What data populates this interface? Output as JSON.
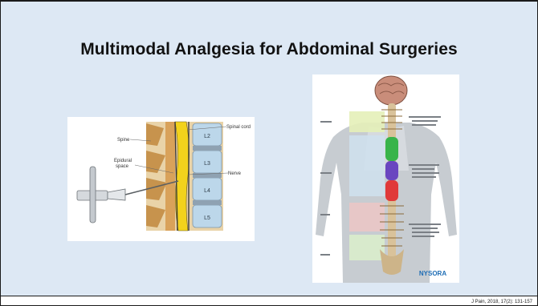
{
  "slide": {
    "title": "Multimodal Analgesia for Abdominal Surgeries",
    "citation": "J Pain, 2018, 17(2): 131-157"
  },
  "epidural_figure": {
    "label_spine": "Spine",
    "label_epidural_space_line1": "Epidural",
    "label_epidural_space_line2": "space",
    "label_spinal_cord": "Spinal cord",
    "label_nerve": "Nerve",
    "vertebra_labels": [
      "L2",
      "L3",
      "L4",
      "L5"
    ]
  },
  "spine_figure": {
    "logo_text": "NYSORA"
  },
  "colors": {
    "slide_background": "#dde8f4",
    "title_text": "#111111",
    "cervical_band": "#e4f0b8",
    "thoracic_band": "#cfe1ee",
    "lumbar_band": "#ecc6c6",
    "sacral_band": "#dbeecb",
    "region_green": "#38b44a",
    "region_purple": "#6a46c0",
    "region_red": "#e03a3a"
  }
}
